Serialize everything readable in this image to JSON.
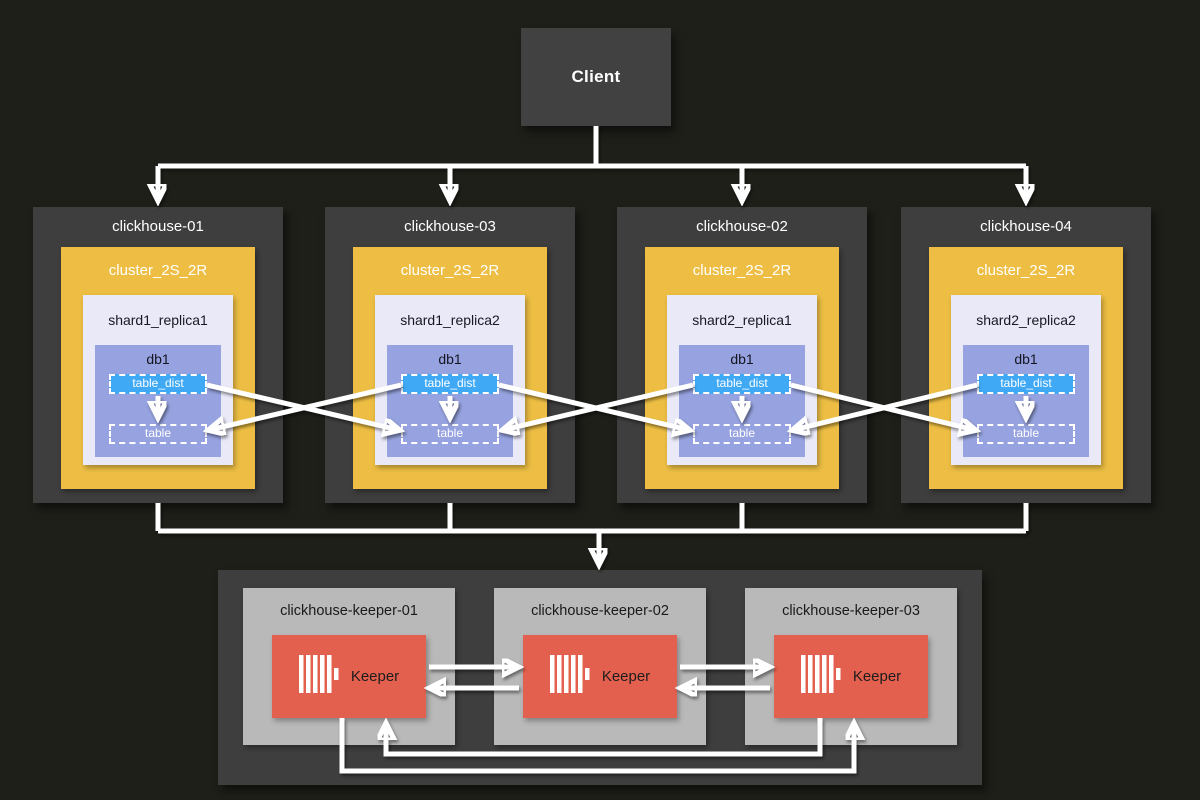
{
  "client": {
    "label": "Client"
  },
  "servers": [
    {
      "name": "clickhouse-01",
      "cluster": "cluster_2S_2R",
      "replica": "shard1_replica1",
      "db": "db1",
      "table_dist": "table_dist",
      "table": "table"
    },
    {
      "name": "clickhouse-03",
      "cluster": "cluster_2S_2R",
      "replica": "shard1_replica2",
      "db": "db1",
      "table_dist": "table_dist",
      "table": "table"
    },
    {
      "name": "clickhouse-02",
      "cluster": "cluster_2S_2R",
      "replica": "shard2_replica1",
      "db": "db1",
      "table_dist": "table_dist",
      "table": "table"
    },
    {
      "name": "clickhouse-04",
      "cluster": "cluster_2S_2R",
      "replica": "shard2_replica2",
      "db": "db1",
      "table_dist": "table_dist",
      "table": "table"
    }
  ],
  "keepers": [
    {
      "name": "clickhouse-keeper-01",
      "label": "Keeper"
    },
    {
      "name": "clickhouse-keeper-02",
      "label": "Keeper"
    },
    {
      "name": "clickhouse-keeper-03",
      "label": "Keeper"
    }
  ],
  "colors": {
    "background": "#1e1f19",
    "node_gray": "#3e3e3e",
    "cluster_yellow": "#edbe43",
    "shard_lavender": "#e9e9f8",
    "db_purple": "#97a3e0",
    "table_dist_blue": "#3fa9f5",
    "keeper_card_gray": "#b9b9ba",
    "keeper_red": "#e4604e",
    "arrow_white": "#ffffff"
  }
}
